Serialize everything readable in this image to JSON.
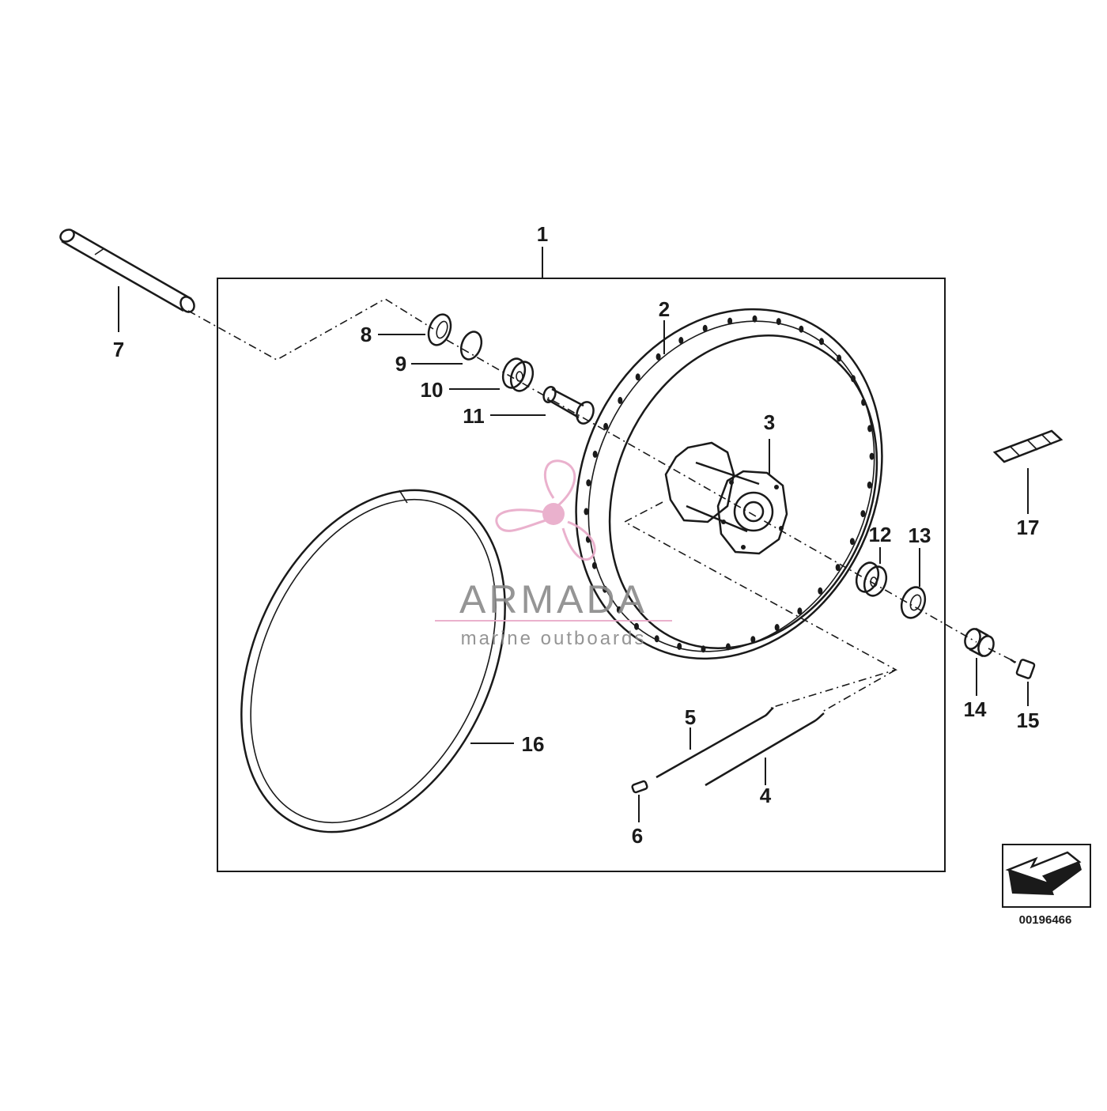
{
  "diagram": {
    "callouts": [
      "1",
      "2",
      "3",
      "4",
      "5",
      "6",
      "7",
      "8",
      "9",
      "10",
      "11",
      "12",
      "13",
      "14",
      "15",
      "16",
      "17"
    ],
    "reference_number": "00196466"
  },
  "watermark": {
    "title": "ARMADA",
    "subtitle": "marine outboards",
    "accent_color": "#e8a9c8",
    "text_color": "#8a8a8a"
  },
  "colors": {
    "line": "#1a1a1a",
    "background": "#ffffff"
  }
}
